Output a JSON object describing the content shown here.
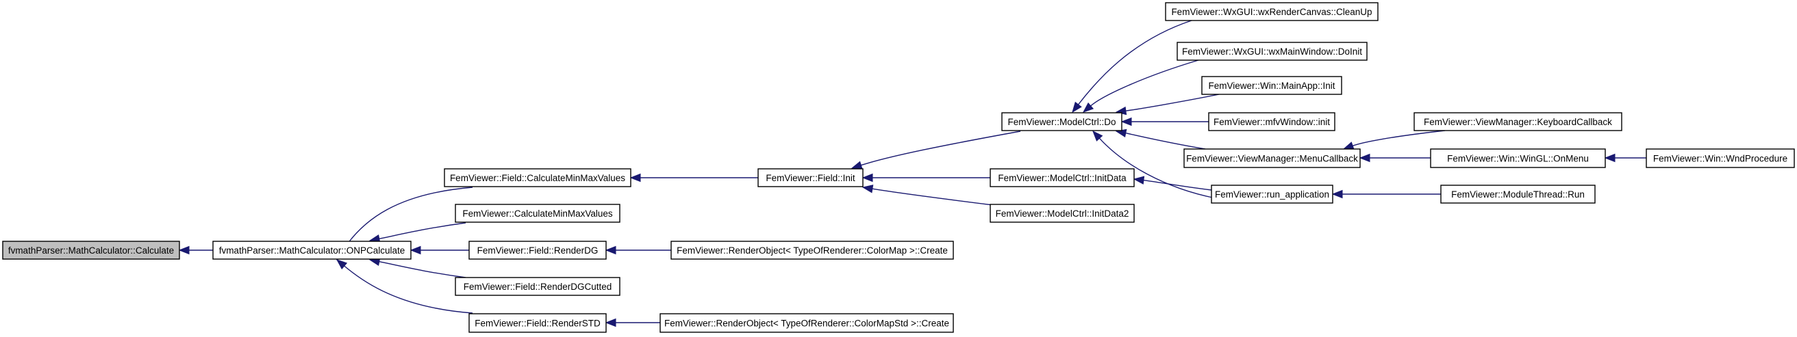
{
  "diagram": {
    "colors": {
      "edge": "#191970",
      "highlight_fill": "#bfbfbf",
      "node_fill": "#ffffff",
      "border": "#000000"
    },
    "nodes": [
      {
        "id": "calculate",
        "label": "fvmathParser::MathCalculator::Calculate",
        "highlight": true
      },
      {
        "id": "onp",
        "label": "fvmathParser::MathCalculator::ONPCalculate"
      },
      {
        "id": "fcalcminmax",
        "label": "FemViewer::Field::CalculateMinMaxValues"
      },
      {
        "id": "calcminmax",
        "label": "FemViewer::CalculateMinMaxValues"
      },
      {
        "id": "renderdg",
        "label": "FemViewer::Field::RenderDG"
      },
      {
        "id": "renderdgcut",
        "label": "FemViewer::Field::RenderDGCutted"
      },
      {
        "id": "renderstd",
        "label": "FemViewer::Field::RenderSTD"
      },
      {
        "id": "finit",
        "label": "FemViewer::Field::Init"
      },
      {
        "id": "rocolormap",
        "label": "FemViewer::RenderObject< TypeOfRenderer::ColorMap >::Create"
      },
      {
        "id": "rocolormapstd",
        "label": "FemViewer::RenderObject< TypeOfRenderer::ColorMapStd >::Create"
      },
      {
        "id": "mcdo",
        "label": "FemViewer::ModelCtrl::Do"
      },
      {
        "id": "initdata",
        "label": "FemViewer::ModelCtrl::InitData"
      },
      {
        "id": "initdata2",
        "label": "FemViewer::ModelCtrl::InitData2"
      },
      {
        "id": "cleanup",
        "label": "FemViewer::WxGUI::wxRenderCanvas::CleanUp"
      },
      {
        "id": "doinit",
        "label": "FemViewer::WxGUI::wxMainWindow::DoInit"
      },
      {
        "id": "mainappinit",
        "label": "FemViewer::Win::MainApp::Init"
      },
      {
        "id": "mfvinit",
        "label": "FemViewer::mfvWindow::init"
      },
      {
        "id": "menucb",
        "label": "FemViewer::ViewManager::MenuCallback"
      },
      {
        "id": "runapp",
        "label": "FemViewer::run_application"
      },
      {
        "id": "keycb",
        "label": "FemViewer::ViewManager::KeyboardCallback"
      },
      {
        "id": "onmenu",
        "label": "FemViewer::Win::WinGL::OnMenu"
      },
      {
        "id": "modrun",
        "label": "FemViewer::ModuleThread::Run"
      },
      {
        "id": "wndproc",
        "label": "FemViewer::Win::WndProcedure"
      }
    ],
    "edges": [
      {
        "from": "onp",
        "to": "calculate"
      },
      {
        "from": "fcalcminmax",
        "to": "onp"
      },
      {
        "from": "calcminmax",
        "to": "onp"
      },
      {
        "from": "renderdg",
        "to": "onp"
      },
      {
        "from": "renderdgcut",
        "to": "onp"
      },
      {
        "from": "renderstd",
        "to": "onp"
      },
      {
        "from": "finit",
        "to": "fcalcminmax"
      },
      {
        "from": "rocolormap",
        "to": "renderdg"
      },
      {
        "from": "rocolormapstd",
        "to": "renderstd"
      },
      {
        "from": "mcdo",
        "to": "finit"
      },
      {
        "from": "initdata",
        "to": "finit"
      },
      {
        "from": "initdata2",
        "to": "finit"
      },
      {
        "from": "cleanup",
        "to": "mcdo"
      },
      {
        "from": "doinit",
        "to": "mcdo"
      },
      {
        "from": "mainappinit",
        "to": "mcdo"
      },
      {
        "from": "mfvinit",
        "to": "mcdo"
      },
      {
        "from": "menucb",
        "to": "mcdo"
      },
      {
        "from": "runapp",
        "to": "mcdo"
      },
      {
        "from": "runapp",
        "to": "initdata"
      },
      {
        "from": "keycb",
        "to": "menucb"
      },
      {
        "from": "onmenu",
        "to": "menucb"
      },
      {
        "from": "wndproc",
        "to": "onmenu"
      },
      {
        "from": "modrun",
        "to": "runapp"
      }
    ]
  }
}
